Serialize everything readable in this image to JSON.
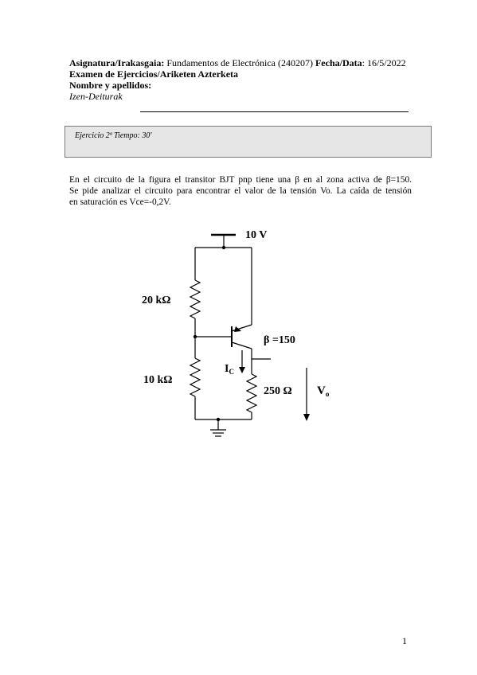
{
  "header": {
    "subject_label": "Asignatura/Irakasgaia:",
    "subject_value": "Fundamentos de Electrónica (240207)",
    "date_label": "Fecha/Data",
    "date_value": ": 16/5/2022",
    "exam_title": "Examen de Ejercicios/Ariketen Azterketa",
    "name_label": "Nombre y apellidos:",
    "name_label_eu": "Izen-Deiturak"
  },
  "exercise_box": {
    "text": "Ejercicio 2ª Tiempo: 30'"
  },
  "problem": {
    "lines": [
      "En el circuito de la figura el transitor BJT pnp tiene una β en al zona activa de β=150.",
      "Se pide analizar el circuito para encontrar el valor de la tensión Vo. La caída de tensión",
      "en saturación es Vce=-0,2V."
    ]
  },
  "circuit": {
    "supply_label": "10 V",
    "r1_label": "20 kΩ",
    "r2_label": "10 kΩ",
    "rc_label": "250 Ω",
    "beta_label": "β =150",
    "ic_label": "I",
    "ic_sub": "C",
    "vo_label": "V",
    "vo_sub": "o"
  },
  "footer": {
    "page_number": "1"
  }
}
